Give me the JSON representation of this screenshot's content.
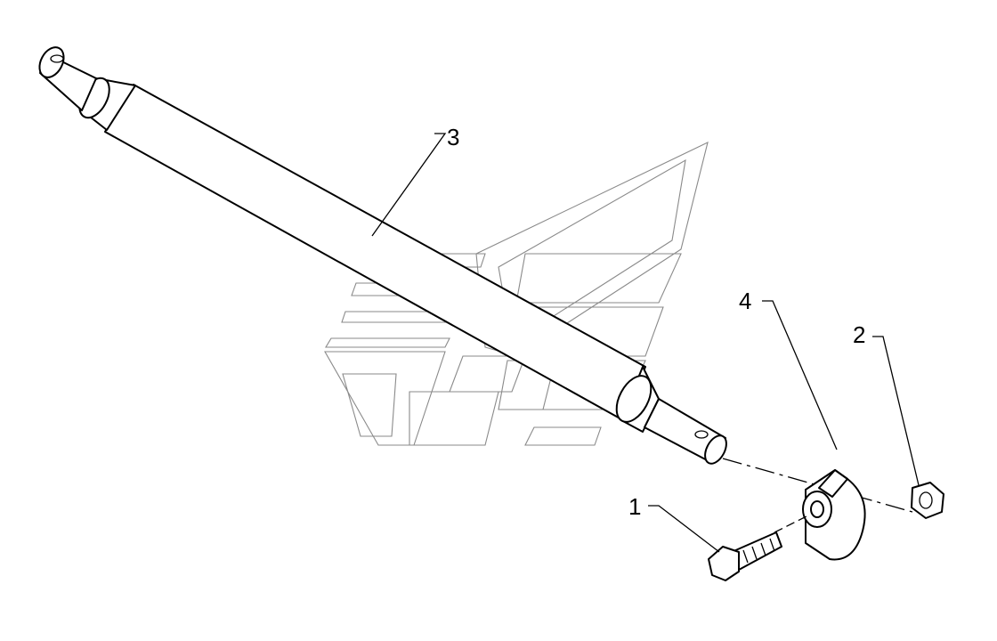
{
  "diagram": {
    "callouts": [
      {
        "id": "bolt",
        "label": "1"
      },
      {
        "id": "nut",
        "label": "2"
      },
      {
        "id": "shaft",
        "label": "3"
      },
      {
        "id": "clamp",
        "label": "4"
      }
    ],
    "colors": {
      "line": "#000000",
      "watermark": "#8a8a8a",
      "background": "#ffffff"
    }
  }
}
